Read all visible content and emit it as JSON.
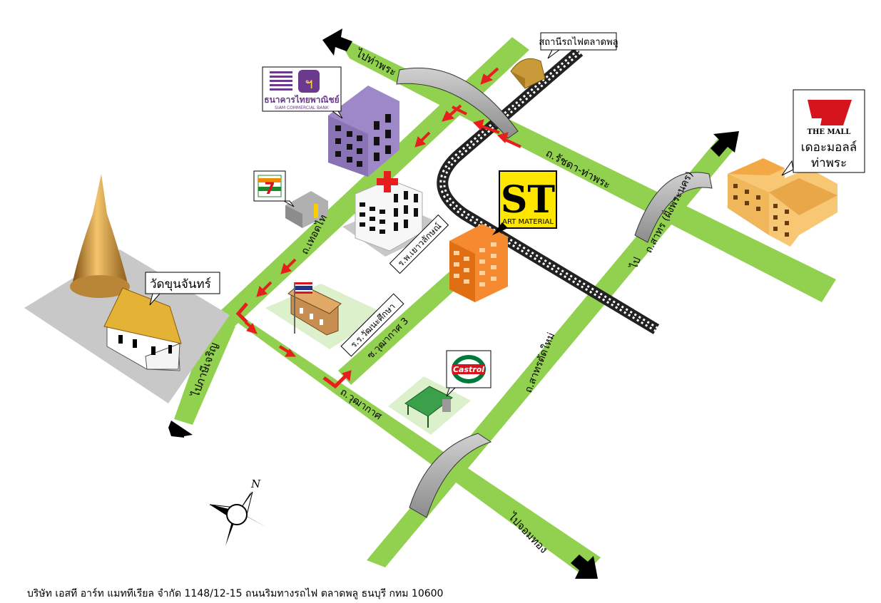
{
  "roads": {
    "ratchada_thaphra": "ถ.รัชดา-ท่าพระ",
    "to_thaphra": "ไปท่าพระ",
    "thoet_thai": "ถ.เทอดไท",
    "to_phasi_charoen": "ไปภาษีเจริญ",
    "wutthakat": "ถ.วุฒากาศ",
    "soi_wutthakat_3": "ซ.วุฒากาศ 3",
    "sathorn_to": "ไป",
    "sathorn_fly": "ถ.สาทร (ฝั่งพระนคร)",
    "sathorn_tat_mai": "ถ.สาทรตัดใหม่",
    "to_chom_thong": "ไปจอมทอง"
  },
  "landmarks": {
    "station": "สถานีรถไฟตลาดพลู",
    "scb_thai": "ธนาคารไทยพาณิชย์",
    "scb_en": "SIAM COMMERCIAL BANK",
    "seven_eleven": "7 ELEVEN",
    "hospital": "ร.พ.เยาวลักษณ์",
    "wat": "วัดขุนจันทร์",
    "school": "ร.ร.วัฒนะศึกษา",
    "st_logo": "ST",
    "st_sub": "ART MATERIAL",
    "castrol": "Castrol",
    "mall_logo": "THE MALL",
    "mall_line1": "เดอะมอลล์",
    "mall_line2": "ท่าพระ"
  },
  "compass": {
    "north": "N"
  },
  "footer": "บริษัท เอสที อาร์ท แมททีเรียล จำกัด 1148/12-15 ถนนริมทางรถไฟ ตลาดพลู ธนบุรี กทม 10600",
  "colors": {
    "road": "#92d14f",
    "route_arrow": "#e61e1e",
    "bridge": "#a6a6a6",
    "rail": "#222222",
    "scb_purple": "#6b3a8f",
    "mall_red": "#d6141d",
    "st_yellow": "#ffe600"
  },
  "icons": [
    "north-compass-icon",
    "red-cross-icon",
    "thai-flag-icon",
    "railway-track-icon"
  ]
}
